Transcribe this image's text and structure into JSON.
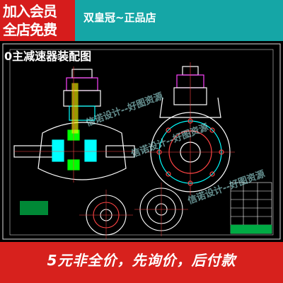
{
  "promo": {
    "line1": "加入会员",
    "line2": "全店免费"
  },
  "store_title": "双皇冠~正品店",
  "drawing": {
    "title": "0主减速器装配图",
    "watermark": "信诺设计--好图资源"
  },
  "notice": "5元非全价，先询价，后付款",
  "colors": {
    "teal": "#15a6a6",
    "red": "#d61c1c",
    "drawing_bg": "#000000"
  }
}
